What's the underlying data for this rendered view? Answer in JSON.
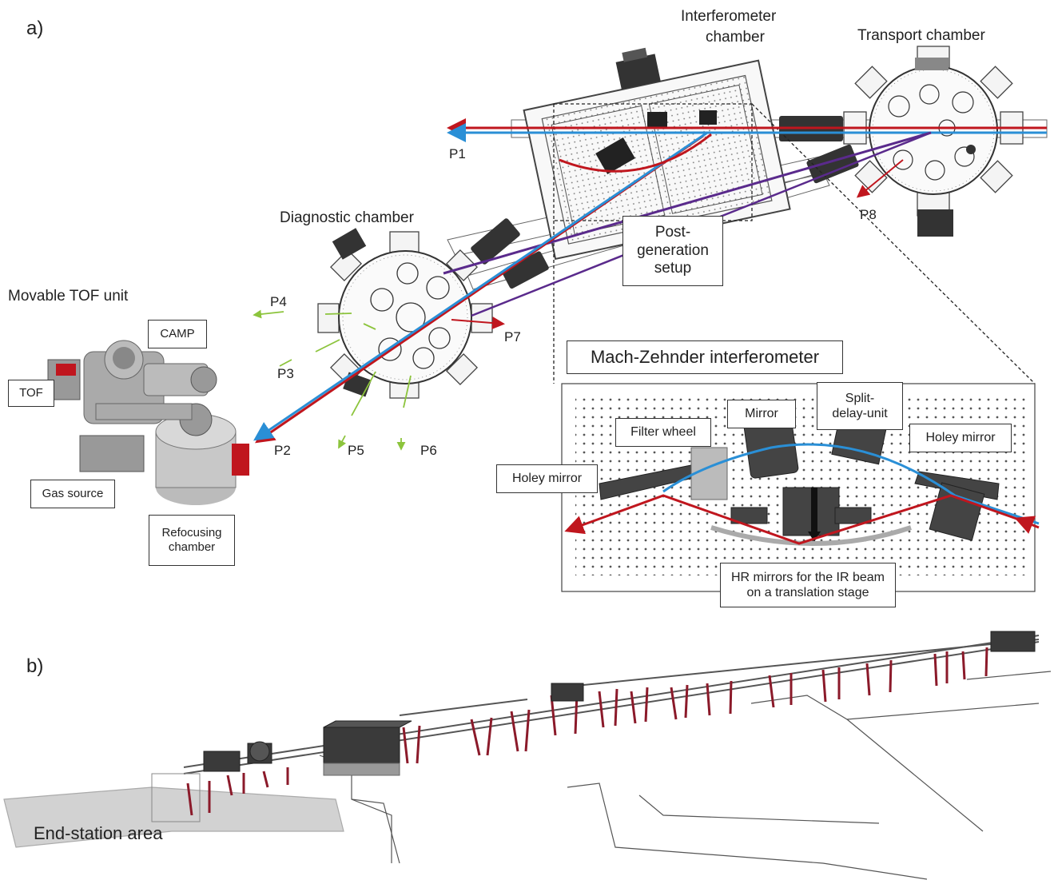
{
  "panel_a": {
    "label": "a)",
    "chambers": {
      "interferometer_line1": "Interferometer",
      "interferometer_line2": "chamber",
      "transport": "Transport chamber",
      "diagnostic": "Diagnostic chamber",
      "tof_unit": "Movable TOF unit"
    },
    "ports": [
      "P1",
      "P2",
      "P3",
      "P4",
      "P5",
      "P6",
      "P7",
      "P8"
    ],
    "post_generation": {
      "line1": "Post-",
      "line2": "generation",
      "line3": "setup"
    },
    "tof_labels": {
      "camp": "CAMP",
      "tof": "TOF",
      "gas_source": "Gas source",
      "refocusing_line1": "Refocusing",
      "refocusing_line2": "chamber"
    },
    "interferometer_inset": {
      "title": "Mach-Zehnder interferometer",
      "filter_wheel": "Filter wheel",
      "mirror": "Mirror",
      "split_delay_line1": "Split-",
      "split_delay_line2": "delay-unit",
      "holey_mirror_left": "Holey mirror",
      "holey_mirror_right": "Holey mirror",
      "hr_mirrors_line1": "HR mirrors for the IR beam",
      "hr_mirrors_line2": "on a translation stage"
    },
    "beam_colors": {
      "xuv": "#2a8fd6",
      "ir": "#c0161e",
      "combined": "#5a2a8c",
      "diagnostic_marks": "#8cc43c"
    }
  },
  "panel_b": {
    "label": "b)",
    "end_station": "End-station area"
  }
}
